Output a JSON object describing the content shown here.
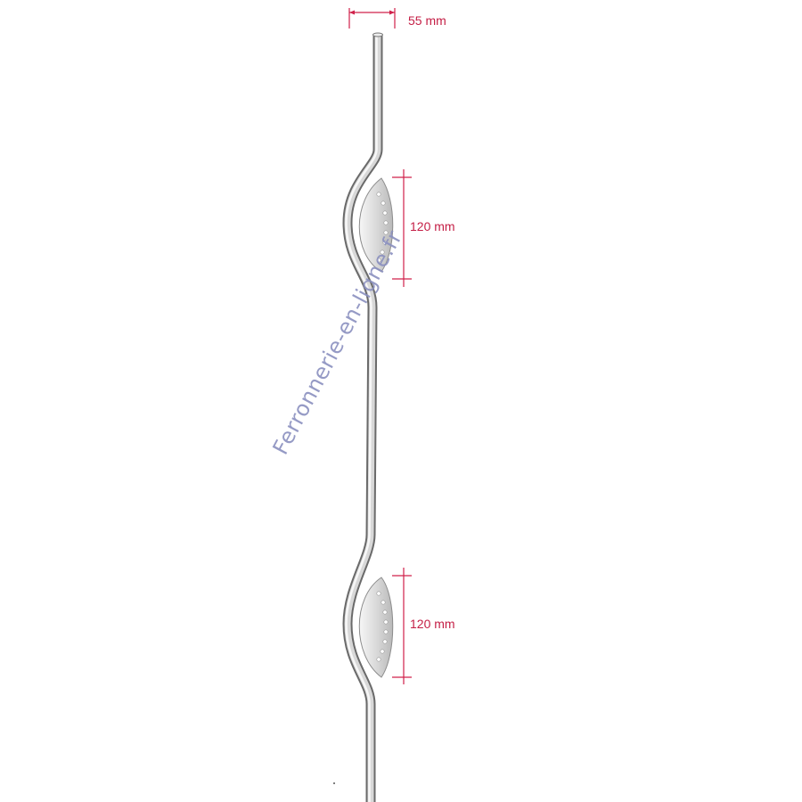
{
  "dimensions": {
    "top_width": "55 mm",
    "upper_leaf_height": "120 mm",
    "lower_leaf_height": "120 mm"
  },
  "watermark": "Ferronnerie-en-ligne.fr",
  "colors": {
    "dimension_line": "#d0204a",
    "dimension_text": "#c41e45",
    "watermark": "#8a8fbf",
    "bar_dark": "#6f6f6f",
    "bar_light": "#f2f2f2",
    "leaf_fill": "#dcdcdc"
  }
}
